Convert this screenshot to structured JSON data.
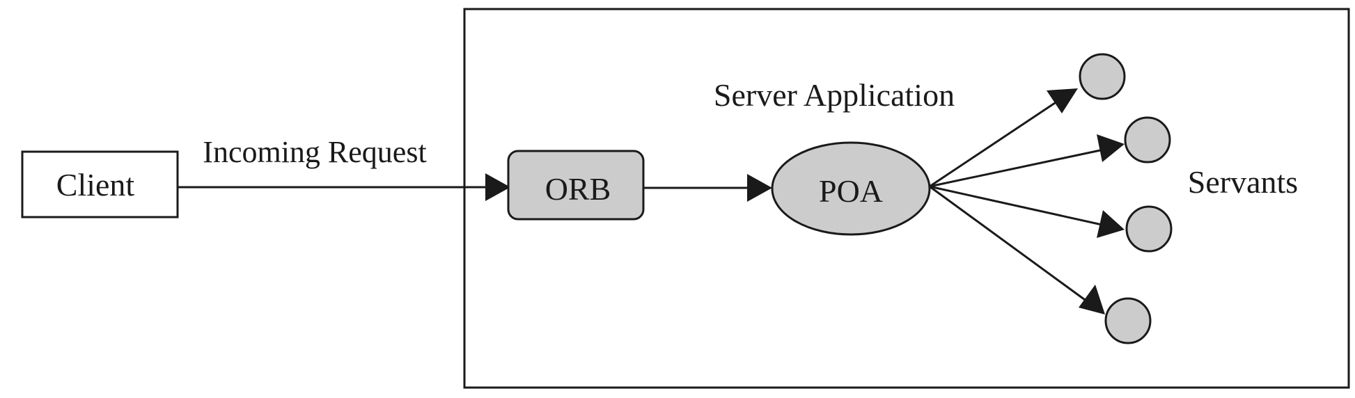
{
  "diagram": {
    "nodes": {
      "client": {
        "label": "Client"
      },
      "orb": {
        "label": "ORB",
        "fill": "#cccccc"
      },
      "poa": {
        "label": "POA",
        "fill": "#cccccc"
      },
      "servants": {
        "label": "Servants",
        "count": 4,
        "fill": "#cccccc"
      }
    },
    "container": {
      "label": "Server Application"
    },
    "edges": {
      "client_to_orb": {
        "label": "Incoming Request"
      },
      "orb_to_poa": {
        "label": ""
      },
      "poa_to_servants": {
        "label": ""
      }
    },
    "colors": {
      "stroke": "#1a1a1a",
      "node_fill": "#cccccc",
      "background": "#ffffff"
    }
  }
}
